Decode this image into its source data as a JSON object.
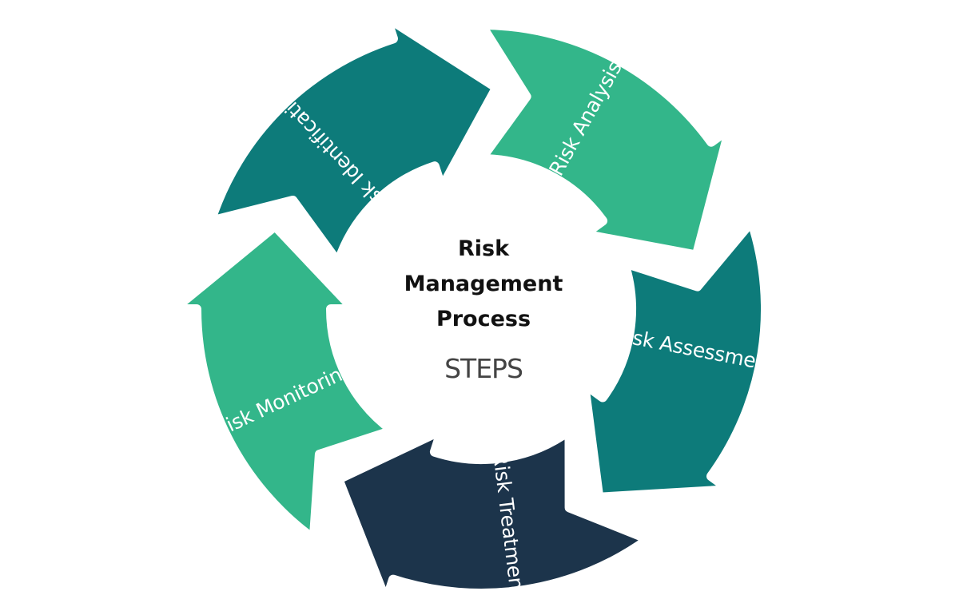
{
  "center": {
    "title_lines": [
      "Risk",
      "Management",
      "Process"
    ],
    "subtitle": "STEPS"
  },
  "steps": [
    {
      "label": "Risk Identification",
      "color": "#0d7b7a"
    },
    {
      "label": "Risk Analysis",
      "color": "#33b68a"
    },
    {
      "label": "Risk Assessment",
      "color": "#0d7b7a"
    },
    {
      "label": "Risk Treatment",
      "color": "#1c344b"
    },
    {
      "label": "Risk Monitoring",
      "color": "#33b68a"
    }
  ]
}
